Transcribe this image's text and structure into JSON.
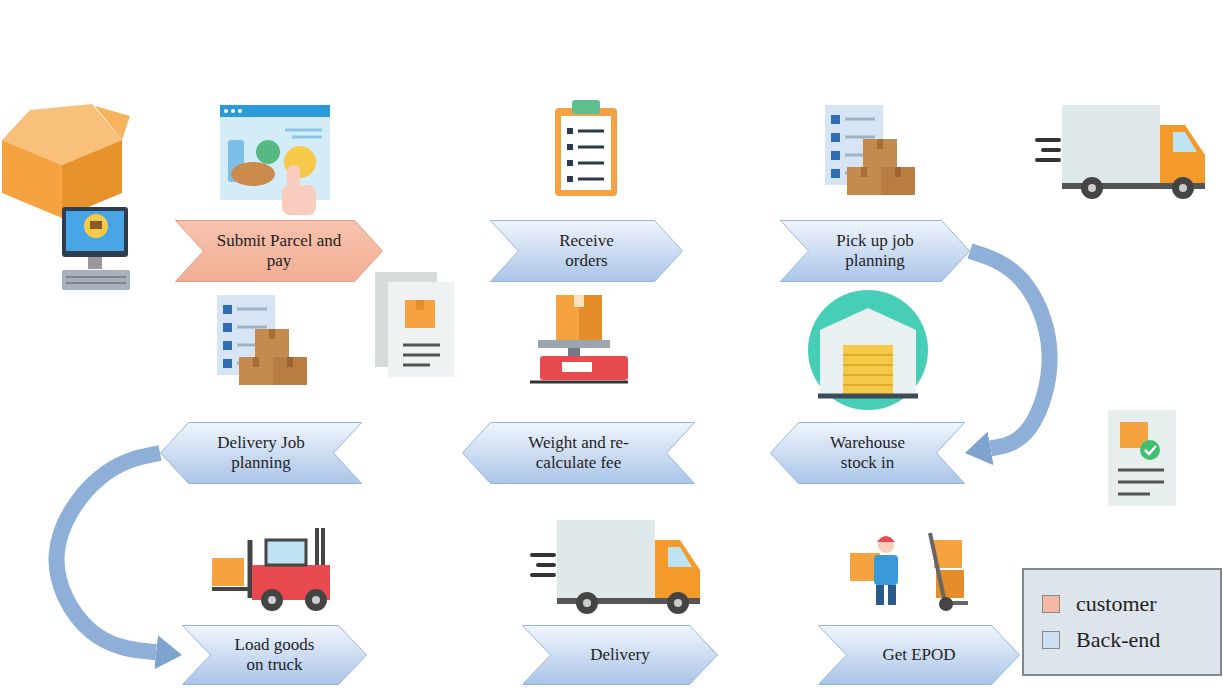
{
  "diagram": {
    "nodes": [
      {
        "text": [
          "Submit Parcel and pay"
        ]
      },
      {
        "text": [
          "Receive orders"
        ]
      },
      {
        "text": [
          "Pick up job planning"
        ]
      },
      {
        "text": [
          "Delivery Job planning"
        ]
      },
      {
        "text": [
          "Weight and re-calculate fee"
        ]
      },
      {
        "text": [
          "Warehouse stock in"
        ]
      },
      {
        "text": [
          "Load goods on truck"
        ]
      },
      {
        "text": [
          "Delivery"
        ]
      },
      {
        "text": [
          "Get EPOD"
        ]
      }
    ],
    "edges": [
      {
        "from": 2,
        "to": 5,
        "arrow": "to"
      },
      {
        "from": 3,
        "to": 6,
        "arrow": "to"
      }
    ],
    "legend": [
      {
        "text": "customer",
        "color": "#f4b8a3"
      },
      {
        "text": "Back-end",
        "color": "#cddff3"
      }
    ]
  }
}
